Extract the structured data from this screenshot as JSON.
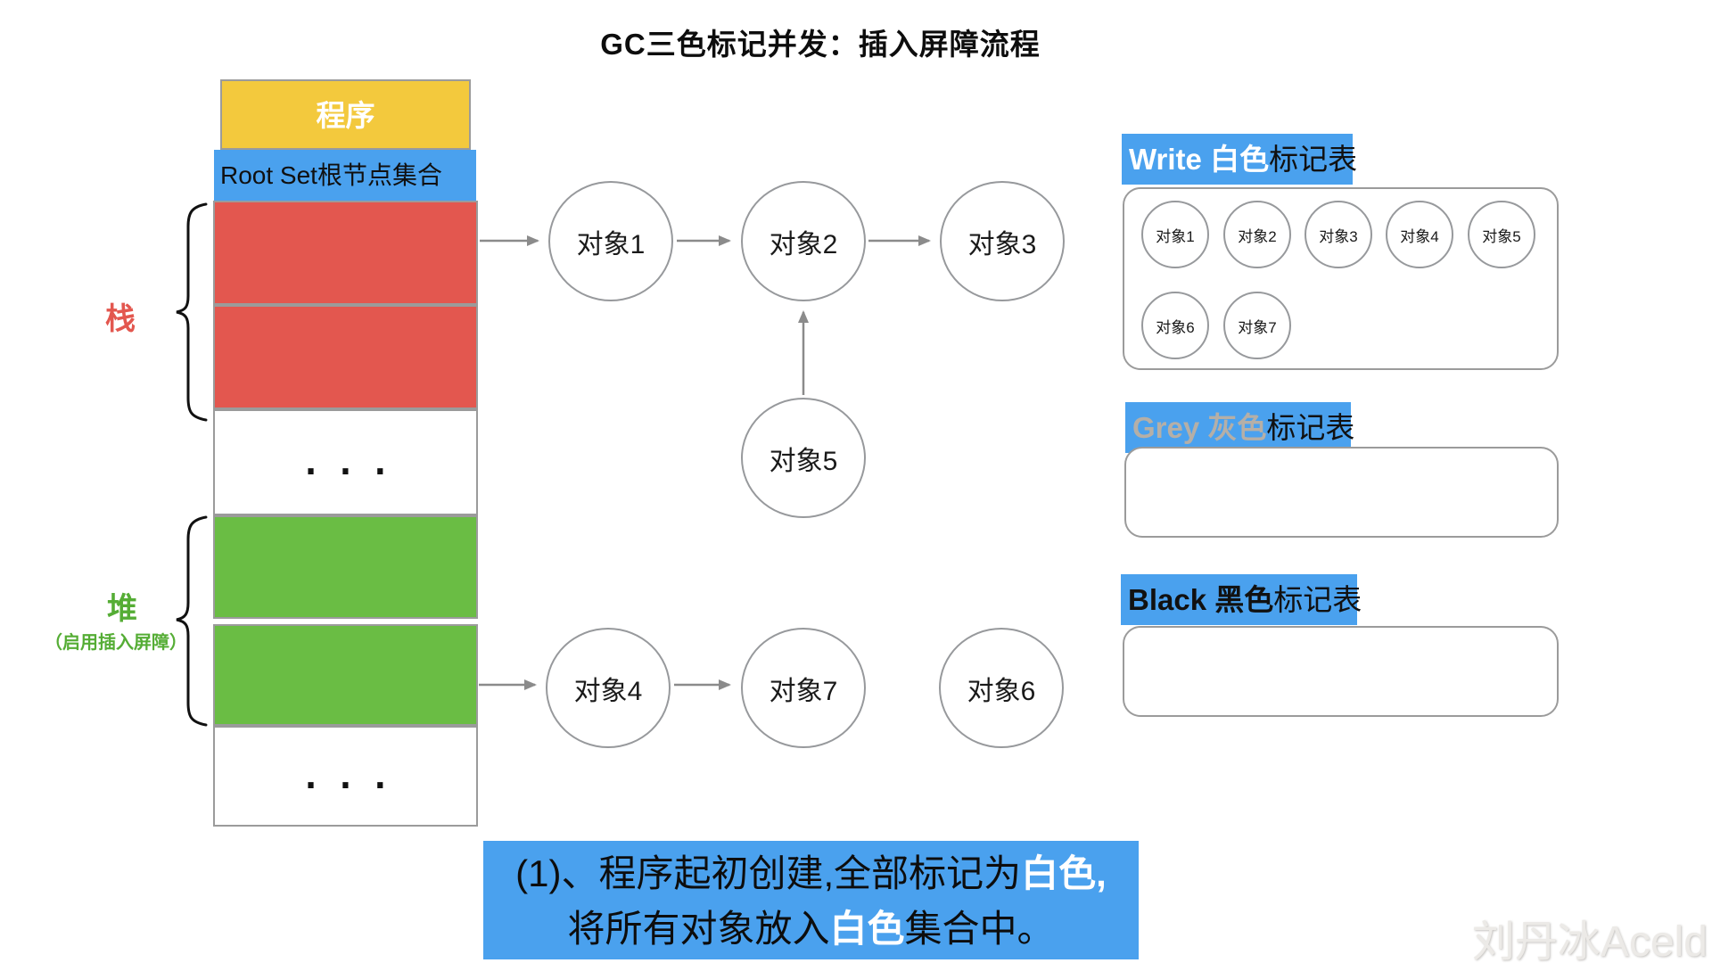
{
  "title": "GC三色标记并发：插入屏障流程",
  "memory_column": {
    "program": "程序",
    "root_set": "Root Set根节点集合",
    "stack_brace_label": "栈",
    "heap_brace_label": "堆",
    "heap_brace_sublabel": "（启用插入屏障）",
    "ellipsis": "..."
  },
  "graph_nodes": [
    {
      "label": "对象1"
    },
    {
      "label": "对象2"
    },
    {
      "label": "对象3"
    },
    {
      "label": "对象5"
    },
    {
      "label": "对象4"
    },
    {
      "label": "对象7"
    },
    {
      "label": "对象6"
    }
  ],
  "mark_tables": {
    "white": {
      "title_em": "Write 白色",
      "title_rest": "标记表",
      "items": [
        "对象1",
        "对象2",
        "对象3",
        "对象4",
        "对象5",
        "对象6",
        "对象7"
      ]
    },
    "grey": {
      "title_em": "Grey 灰色",
      "title_rest": "标记表",
      "items": []
    },
    "black": {
      "title_em": "Black 黑色",
      "title_rest": "标记表",
      "items": []
    }
  },
  "caption": {
    "line1_pre": "(1)、程序起初创建,全部标记为",
    "line1_em": "白色,",
    "line2_pre": "将所有对象放入",
    "line2_em": "白色",
    "line2_post": "集合中。"
  },
  "watermark": "刘丹冰Aceld",
  "colors": {
    "blue": "#4aa1ee",
    "yellow": "#f3c93d",
    "red": "#e3574f",
    "green": "#6abd44",
    "greentext": "#55ad35"
  }
}
